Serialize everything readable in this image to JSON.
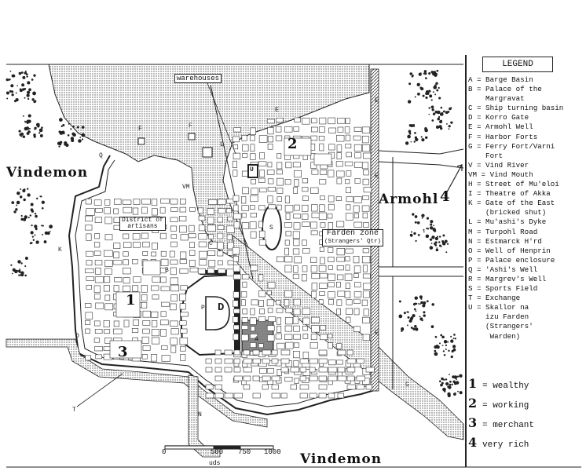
{
  "map": {
    "labels": {
      "warehouses": "warehouses",
      "district_artisans": "District of\nartisans",
      "farden_zone": "Farden zone",
      "strangers_qtr": "(Strangers' Qtr)",
      "vindemon_west": "Vindemon",
      "vindemon_south": "Vindemon",
      "armohl": "Armohl",
      "district_numbers": [
        "1",
        "2",
        "3",
        "4"
      ]
    },
    "letters": [
      "F",
      "F",
      "Q",
      "E",
      "E",
      "E",
      "E",
      "VM",
      "C",
      "K",
      "S",
      "B",
      "D",
      "P",
      "A",
      "D",
      "T",
      "N",
      "G",
      "U",
      "L"
    ],
    "scale": {
      "ticks": [
        "0",
        "500",
        "750",
        "1000"
      ],
      "unit": "uds"
    }
  },
  "legend": {
    "title": "LEGEND",
    "items": [
      "A = Barge Basin",
      "B = Palace of the",
      "    Margravat",
      "C = Ship turning basin",
      "D = Korro Gate",
      "E = Armohl Well",
      "F = Harbor Forts",
      "G = Ferry Fort/Varni",
      "    Fort",
      "V = Vind River",
      "VM = Vind Mouth",
      "H = Street of Mu'eloi",
      "I = Theatre of Akka",
      "K = Gate of the East",
      "    (bricked shut)",
      "L = Mu'ashi's Dyke",
      "M = Turpohl Road",
      "N = Estmarck H'rd",
      "O = Well of Henprin",
      "P = Palace enclosure",
      "Q = 'Ashi's Well",
      "R = Margrev's Well",
      "S = Sports Field",
      "T = Exchange",
      "U = Skallor na",
      "    izu Farden",
      "    (Strangers'",
      "     Warden)"
    ],
    "key": [
      {
        "num": "1",
        "label": "= wealthy"
      },
      {
        "num": "2",
        "label": "= working"
      },
      {
        "num": "3",
        "label": "= merchant"
      },
      {
        "num": "4",
        "label": "very rich"
      }
    ]
  }
}
